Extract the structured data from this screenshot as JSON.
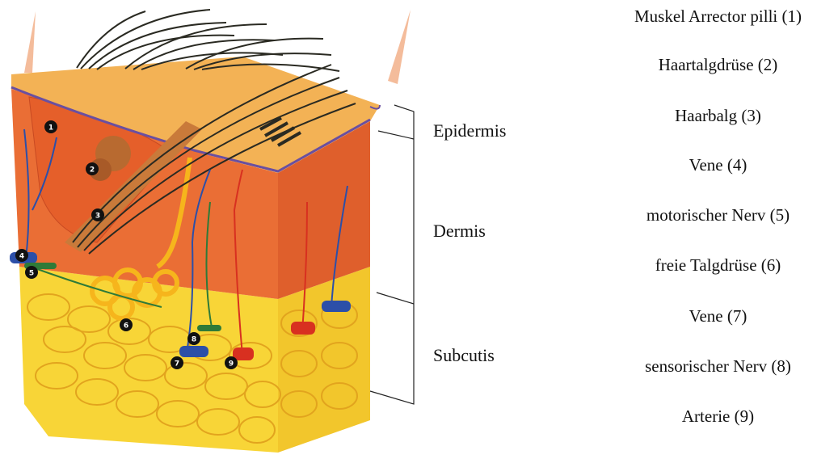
{
  "layer_labels": {
    "epidermis": "Epidermis",
    "dermis": "Dermis",
    "subcutis": "Subcutis"
  },
  "legend": {
    "items": [
      "Muskel Arrector pilli (1)",
      "Haartalgdrüse (2)",
      "Haarbalg (3)",
      "Vene (4)",
      "motorischer Nerv (5)",
      "freie Talgdrüse (6)",
      "Vene (7)",
      "sensorischer Nerv (8)",
      "Arterie (9)"
    ]
  },
  "markers": [
    "1",
    "2",
    "3",
    "4",
    "5",
    "6",
    "7",
    "8",
    "9"
  ],
  "colors": {
    "epidermis_top": "#f3b255",
    "dermis": "#ea6e35",
    "dermis_side": "#e56a3a",
    "fat": "#f8d537",
    "fat_dark": "#e8a820",
    "vein": "#2c4fa8",
    "artery": "#d83020",
    "nerve": "#2f7a38",
    "hair": "#2a2a22",
    "gland": "#f6b51c"
  }
}
